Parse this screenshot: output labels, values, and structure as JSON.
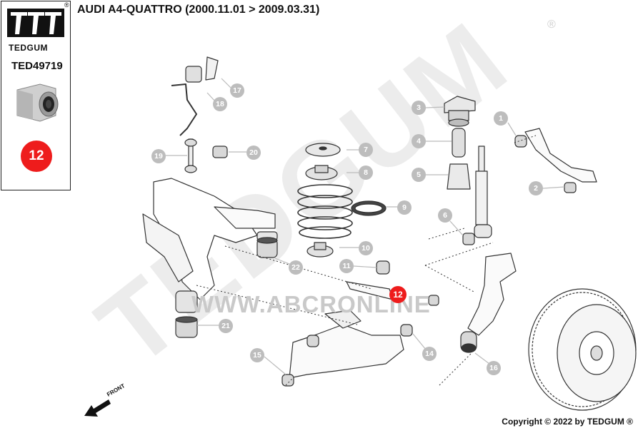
{
  "header": {
    "title": "AUDI A4-QUATTRO (2000.11.01 > 2009.03.31)"
  },
  "brand": {
    "name": "TEDGUM",
    "registered": "®"
  },
  "sidebar": {
    "part_number": "TED49719",
    "selected_position": "12"
  },
  "watermark": {
    "text": "TEDGUM",
    "website": "WWW.ABCRONLINE"
  },
  "front_label": "FRONT",
  "copyright": "Copyright © 2022 by TEDGUM ®",
  "highlight_color": "#ee1c1c",
  "callouts": [
    "1",
    "2",
    "3",
    "4",
    "5",
    "6",
    "7",
    "8",
    "9",
    "10",
    "11",
    "12",
    "14",
    "15",
    "16",
    "17",
    "18",
    "19",
    "20",
    "21",
    "22"
  ]
}
